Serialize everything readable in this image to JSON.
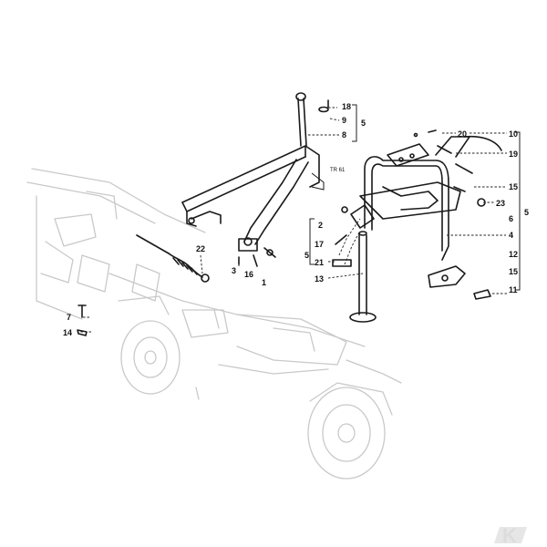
{
  "diagram": {
    "model_code": "TR 61",
    "watermark_letter": "K",
    "part_labels": [
      "22",
      "18",
      "9",
      "8",
      "5",
      "20",
      "10",
      "19",
      "15",
      "23",
      "6",
      "2",
      "17",
      "21",
      "13",
      "4",
      "12",
      "15",
      "11",
      "3",
      "16",
      "1",
      "7",
      "14",
      "5",
      "5"
    ]
  }
}
